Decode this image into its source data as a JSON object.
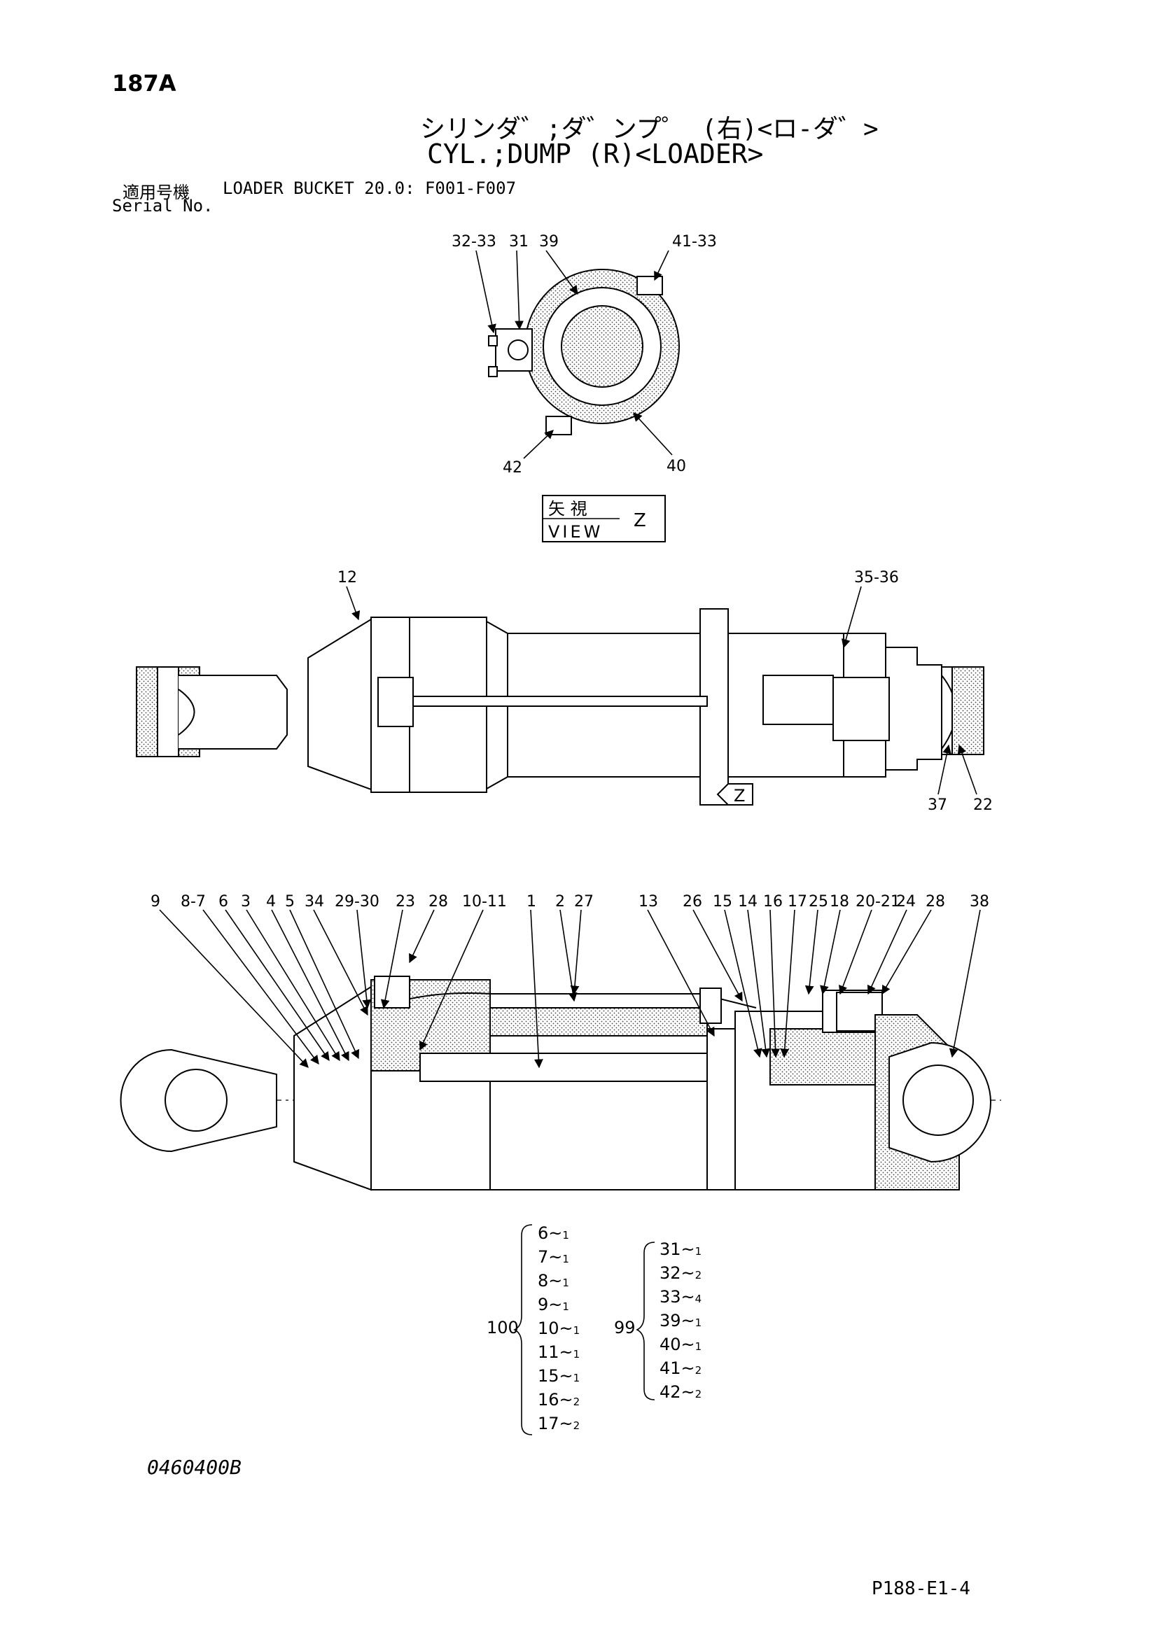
{
  "header": {
    "page_id": "187A",
    "title_jp": "シリンダ゛;ダ゛ンプ゜ (右)<ロ-ダ゛>",
    "title_en": "CYL.;DUMP (R)<LOADER>",
    "serial_label_jp": "適用号機",
    "serial_text": "LOADER BUCKET 20.0: F001-F007",
    "serial_label_en": "Serial No."
  },
  "view_z": {
    "callouts": [
      "32-33",
      "31",
      "39",
      "41-33",
      "42",
      "40"
    ],
    "view_box_jp": "矢 視",
    "view_box_en": "VIEW",
    "view_box_letter": "Z"
  },
  "top_view": {
    "callouts": [
      "12",
      "35-36",
      "37",
      "22"
    ],
    "view_arrow_letter": "Z"
  },
  "section_view": {
    "callouts": [
      "9",
      "8-7",
      "6",
      "3",
      "4",
      "5",
      "34",
      "29-30",
      "23",
      "28",
      "10-11",
      "1",
      "2",
      "27",
      "13",
      "26",
      "15",
      "14",
      "16",
      "17",
      "25",
      "18",
      "20-21",
      "24",
      "28",
      "38"
    ]
  },
  "kits": [
    {
      "number": "100",
      "items": [
        {
          "part": "6",
          "qty": "1"
        },
        {
          "part": "7",
          "qty": "1"
        },
        {
          "part": "8",
          "qty": "1"
        },
        {
          "part": "9",
          "qty": "1"
        },
        {
          "part": "10",
          "qty": "1"
        },
        {
          "part": "11",
          "qty": "1"
        },
        {
          "part": "15",
          "qty": "1"
        },
        {
          "part": "16",
          "qty": "2"
        },
        {
          "part": "17",
          "qty": "2"
        }
      ]
    },
    {
      "number": "99",
      "items": [
        {
          "part": "31",
          "qty": "1"
        },
        {
          "part": "32",
          "qty": "2"
        },
        {
          "part": "33",
          "qty": "4"
        },
        {
          "part": "39",
          "qty": "1"
        },
        {
          "part": "40",
          "qty": "1"
        },
        {
          "part": "41",
          "qty": "2"
        },
        {
          "part": "42",
          "qty": "2"
        }
      ]
    }
  ],
  "footer": {
    "doc_id": "0460400B",
    "page_ref": "P188-E1-4"
  }
}
